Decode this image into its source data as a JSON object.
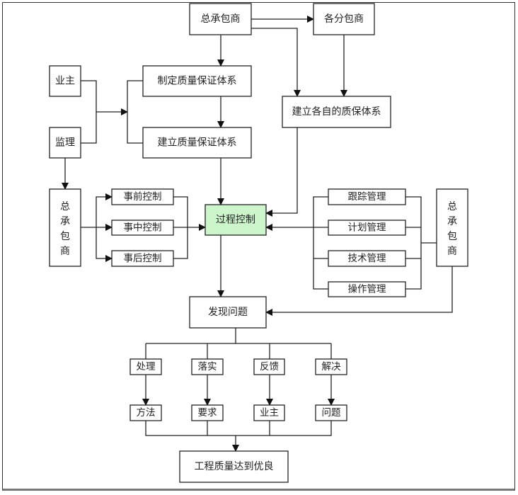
{
  "diagram": {
    "type": "flowchart",
    "highlight_color": "#ccf5cc",
    "nodes": {
      "general_contractor_top": "总承包商",
      "subcontractors": "各分包商",
      "formulate_qa_system": "制定质量保证体系",
      "establish_qa_system": "建立质量保证体系",
      "establish_own_qa_system": "建立各自的质保体系",
      "owner": "业主",
      "supervisor": "监理",
      "general_contractor_left": [
        "总",
        "承",
        "包",
        "商"
      ],
      "pre_control": "事前控制",
      "in_process_control": "事中控制",
      "post_control": "事后控制",
      "process_control": "过程控制",
      "tracking_mgmt": "跟踪管理",
      "planning_mgmt": "计划管理",
      "technical_mgmt": "技术管理",
      "operation_mgmt": "操作管理",
      "general_contractor_right": [
        "总",
        "承",
        "包",
        "商"
      ],
      "find_problems": "发现问题",
      "handle": "处理",
      "implement": "落实",
      "feedback": "反馈",
      "resolve": "解决",
      "method": "方法",
      "requirement": "要求",
      "owner_bottom": "业主",
      "problem": "问题",
      "quality_excellent": "工程质量达到优良"
    }
  }
}
